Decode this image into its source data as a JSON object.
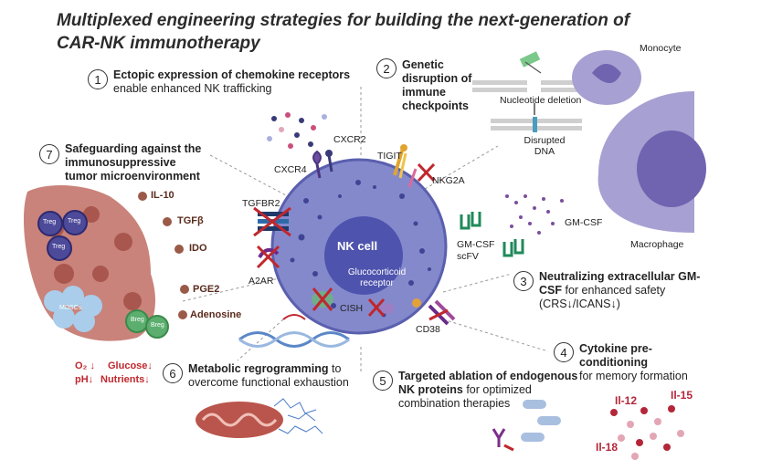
{
  "title_line1": "Multiplexed engineering strategies for building the next-generation of",
  "title_line2": "CAR-NK immunotherapy",
  "sections": [
    {
      "num": "1",
      "bold": "Ectopic expression of chemokine receptors",
      "rest": "enable enhanced NK trafficking"
    },
    {
      "num": "2",
      "bold": "Genetic disruption of immune checkpoints",
      "rest": ""
    },
    {
      "num": "3",
      "bold": "Neutralizing extracellular GM-CSF",
      "rest": "for enhanced safety (CRS↓/ICANS↓)"
    },
    {
      "num": "4",
      "bold": "Cytokine pre-conditioning",
      "rest": "for memory formation"
    },
    {
      "num": "5",
      "bold": "Targeted ablation of endogenous NK proteins",
      "rest": "for optimized combination therapies"
    },
    {
      "num": "6",
      "bold": "Metabolic regrogramming",
      "rest": "to overcome functional exhaustion"
    },
    {
      "num": "7",
      "bold": "Safeguarding against the immunosuppressive tumor microenvironment",
      "rest": ""
    }
  ],
  "cell": {
    "name": "NK cell",
    "nucleus_label": "Glucocorticoid receptor"
  },
  "receptors": [
    "CXCR2",
    "CXCR4",
    "TGFBR2",
    "A2AR",
    "TIGIT",
    "NKG2A",
    "CISH",
    "CD38"
  ],
  "crispr": {
    "label1": "Nucleotide deletion",
    "label2": "Disrupted DNA"
  },
  "cells_right": {
    "monocyte": "Monocyte",
    "macrophage": "Macrophage",
    "gmcsf": "GM-CSF",
    "scfv": "GM-CSF scFV"
  },
  "tme_factors": [
    "IL-10",
    "TGFβ",
    "IDO",
    "PGE2",
    "Adenosine"
  ],
  "tme_cells": {
    "treg": "Treg",
    "mdsc": "MDSCs",
    "breg": "Breg"
  },
  "tme_conditions": {
    "line1a": "O₂ ↓",
    "line1b": "Glucose↓",
    "line2a": "pH↓",
    "line2b": "Nutrients↓"
  },
  "cytokines": [
    "Il-12",
    "Il-15",
    "Il-18"
  ],
  "colors": {
    "cell": "#7b80c8",
    "nucleus": "#4a4fa8",
    "red": "#c0272d",
    "tumor": "#c9837a"
  }
}
